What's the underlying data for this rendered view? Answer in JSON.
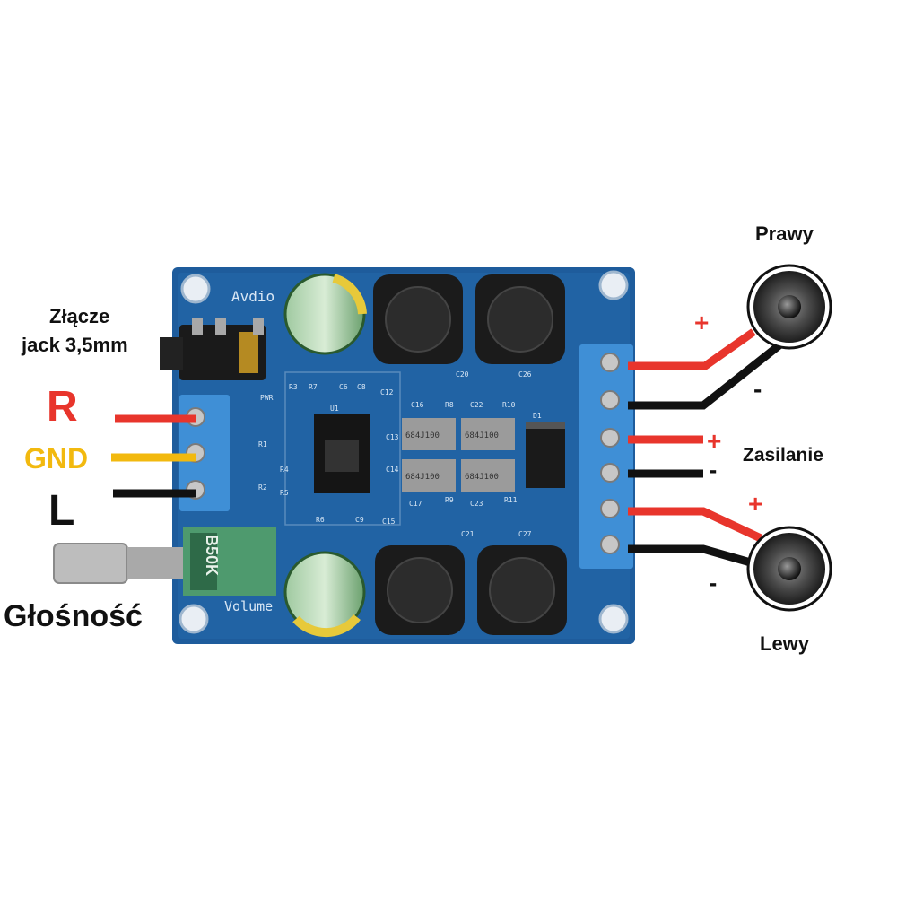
{
  "labels": {
    "jack_line1": "Złącze",
    "jack_line2": "jack 3,5mm",
    "r": "R",
    "gnd": "GND",
    "l": "L",
    "volume_label": "Głośność",
    "right_speaker": "Prawy",
    "left_speaker": "Lewy",
    "power": "Zasilanie",
    "plus_right": "+",
    "minus_right": "-",
    "plus_power": "+",
    "minus_power": "-",
    "plus_left": "+",
    "minus_left": "-"
  },
  "board": {
    "silk_audio": "Avdio",
    "silk_volume": "Volume",
    "pot_code": "B50K",
    "cap_code_1": "684J100",
    "cap_code_2": "684J100",
    "cap_code_3": "684J100",
    "cap_code_4": "684J100",
    "refs": [
      "C20",
      "C26",
      "C16",
      "R8",
      "C22",
      "R10",
      "D1",
      "C12",
      "C13",
      "C14",
      "C17",
      "R9",
      "C23",
      "R11",
      "C21",
      "C27",
      "C15",
      "U1",
      "R3",
      "R7",
      "C6",
      "C8",
      "R1",
      "R4",
      "R5",
      "R2",
      "R6",
      "C9",
      "PWR"
    ]
  },
  "colors": {
    "red": "#e8352c",
    "yellow": "#f2b90f",
    "black": "#111111",
    "pcb": "#1e5c9c",
    "terminal": "#3f8fd6"
  }
}
